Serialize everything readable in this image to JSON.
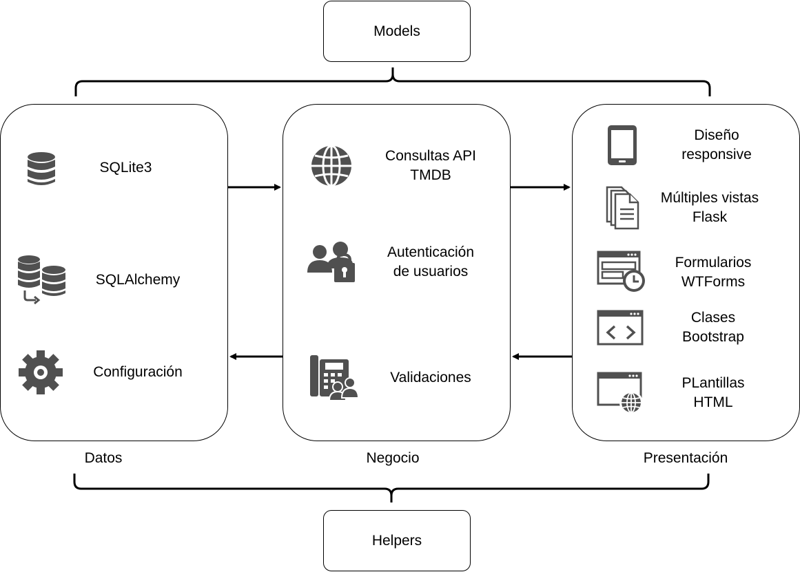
{
  "top_box": {
    "label": "Models"
  },
  "bottom_box": {
    "label": "Helpers"
  },
  "layers": {
    "datos": {
      "caption": "Datos",
      "items": [
        {
          "label": "SQLite3",
          "icon": "database-icon"
        },
        {
          "label": "SQLAlchemy",
          "icon": "database-transfer-icon"
        },
        {
          "label": "Configuración",
          "icon": "gear-icon"
        }
      ]
    },
    "negocio": {
      "caption": "Negocio",
      "items": [
        {
          "line1": "Consultas API",
          "line2": "TMDB",
          "icon": "globe-icon"
        },
        {
          "line1": "Autenticación",
          "line2": "de usuarios",
          "icon": "users-lock-icon"
        },
        {
          "label": "Validaciones",
          "icon": "phone-user-icon"
        }
      ]
    },
    "presentacion": {
      "caption": "Presentación",
      "items": [
        {
          "line1": "Diseño",
          "line2": "responsive",
          "icon": "tablet-icon"
        },
        {
          "line1": "Múltiples vistas",
          "line2": "Flask",
          "icon": "documents-icon"
        },
        {
          "line1": "Formularios",
          "line2": "WTForms",
          "icon": "browser-clock-icon"
        },
        {
          "line1": "Clases",
          "line2": "Bootstrap",
          "icon": "browser-code-icon"
        },
        {
          "line1": "PLantillas",
          "line2": "HTML",
          "icon": "browser-globe-icon"
        }
      ]
    }
  },
  "colors": {
    "icon": "#505050",
    "stroke": "#000000"
  }
}
